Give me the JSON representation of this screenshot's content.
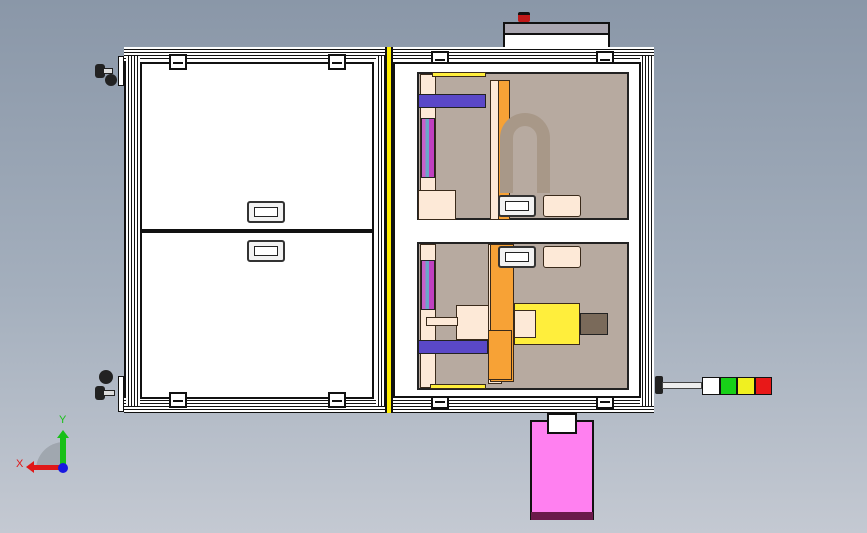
{
  "viewport": {
    "type": "cad-3d-view",
    "background_gradient": [
      "#8a97a8",
      "#c4c9d2"
    ]
  },
  "triad": {
    "x_label": "X",
    "y_label": "Y",
    "colors": {
      "x": "#e01818",
      "y": "#18c018",
      "z": "#1818e0"
    }
  },
  "model": {
    "name": "machine-cabinet-top-view",
    "components": [
      "left-cabinet-upper-door",
      "left-cabinet-lower-door",
      "yellow-divider",
      "right-upper-bay",
      "right-lower-bay",
      "control-box-with-estop",
      "signal-tower-light",
      "pink-panel",
      "caster-wheels"
    ],
    "colors": {
      "bay": "#b7aaa0",
      "orange_axis": "#f7a236",
      "purple_beam": "#5a48c8",
      "yellow_plate": "#ffee3c",
      "pink_panel": "#ff80f0",
      "estop": "#c01818"
    },
    "signal_tower": {
      "segments": [
        "white",
        "green",
        "yellow",
        "red"
      ]
    }
  }
}
